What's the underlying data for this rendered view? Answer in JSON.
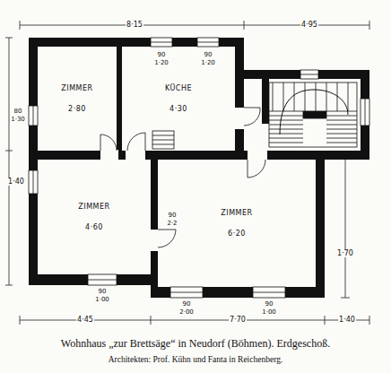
{
  "diagram": {
    "caption": "Wohnhaus „zur Brettsäge“ in Neudorf (Böhmen). Erdgeschoß.",
    "nodes": [
      {
        "text": [
          "ZIMMER",
          "2·80"
        ]
      },
      {
        "text": [
          "KÜCHE",
          "4·30"
        ]
      },
      {
        "text": [
          "ZIMMER",
          "4·60"
        ]
      },
      {
        "text": [
          "ZIMMER",
          "6·20"
        ]
      }
    ],
    "edges": [],
    "labels": [
      "8·15",
      "4·95",
      "4·45",
      "7·70",
      "1·40",
      "1·70",
      "90",
      "1·20",
      "90",
      "1·20",
      "80",
      "1·30",
      "1·40",
      "90",
      "1·00",
      "90",
      "2·00",
      "90",
      "1·00",
      "90",
      "2·2",
      "Architekten: Prof. Kühn und Fanta in Reichenberg."
    ]
  }
}
